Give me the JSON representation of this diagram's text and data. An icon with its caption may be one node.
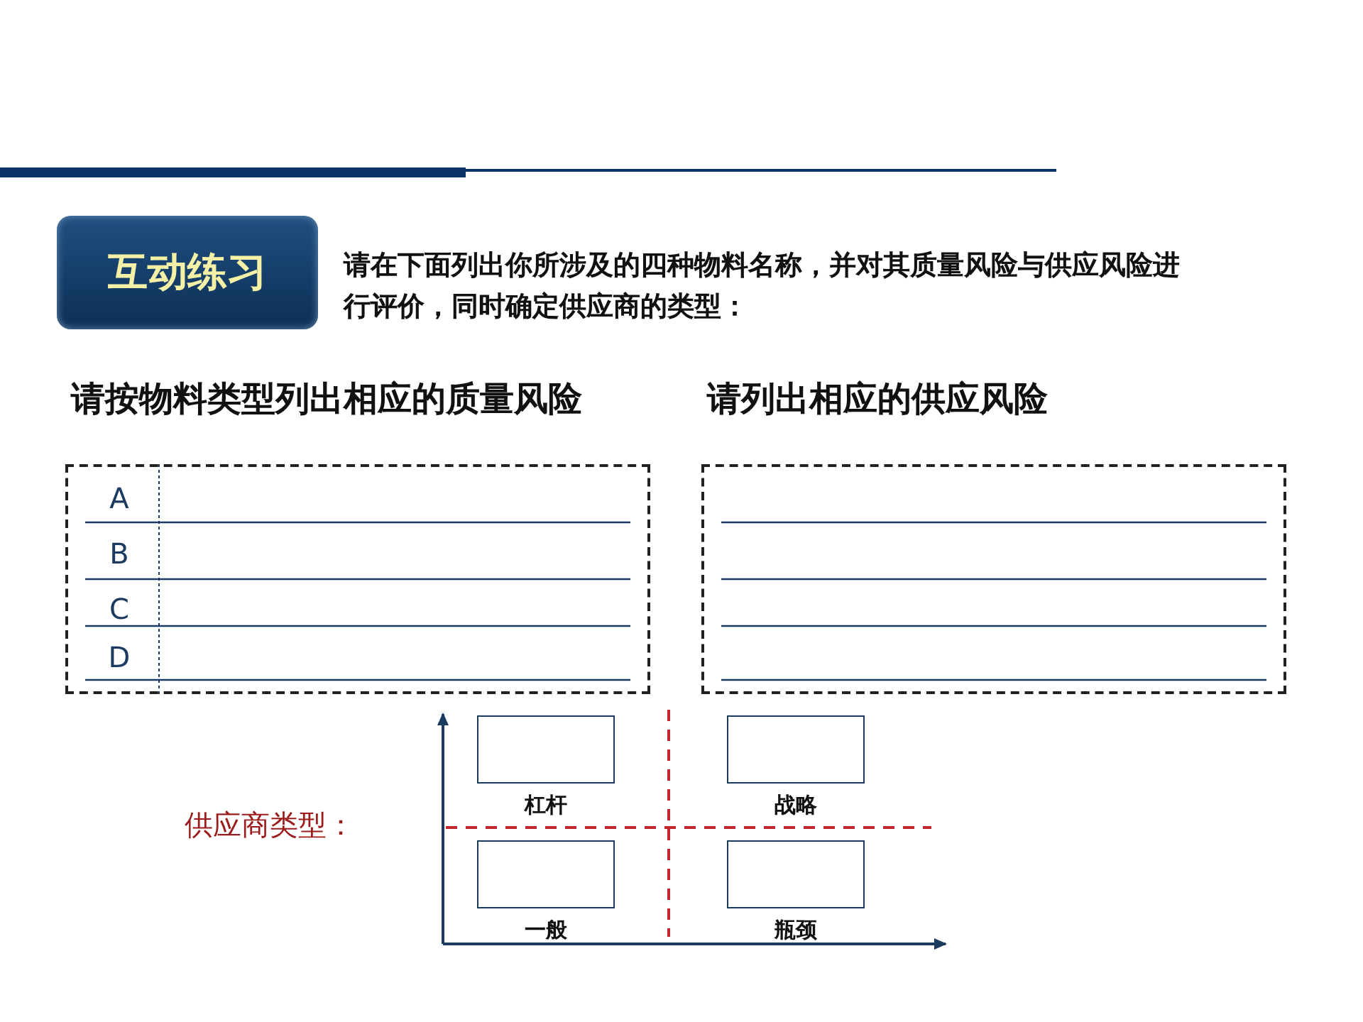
{
  "diagram": {
    "nodes": [
      {
        "text": [
          "互动练习"
        ]
      },
      {
        "text": [
          "请按物料类型列出相应的质量风险",
          "A",
          "B",
          "C",
          "D"
        ]
      },
      {
        "text": [
          "请列出相应的供应风险"
        ]
      },
      {
        "text": [],
        "shape": "box",
        "beside": [
          "杠杆"
        ]
      },
      {
        "text": [],
        "shape": "box",
        "beside": [
          "战略"
        ]
      },
      {
        "text": [],
        "shape": "box",
        "beside": [
          "一般"
        ]
      },
      {
        "text": [],
        "shape": "box",
        "beside": [
          "瓶颈"
        ]
      }
    ],
    "labels": [
      "请在下面列出你所涉及的四种物料名称，并对其质量风险与供应风险进行评价，同时确定供应商的类型：",
      "供应商类型："
    ]
  }
}
